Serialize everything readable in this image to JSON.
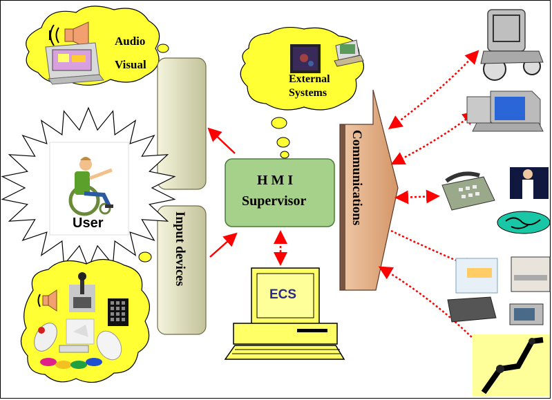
{
  "labels": {
    "audio": "Audio",
    "visual": "Visual",
    "external_line1": "External",
    "external_line2": "Systems",
    "user": "User",
    "hmi_line1": "H M I",
    "hmi_line2": "Supervisor",
    "communications": "Communications",
    "input_devices": "Input devices",
    "ecs": "ECS"
  },
  "colors": {
    "cloud": "#ffff33",
    "box_gradient_light": "#f2f2d6",
    "box_gradient_dark": "#c2c29a",
    "hmi_green": "#a6d18a",
    "comms_fill": "#d9a37a",
    "computer_yellow": "#ffff66",
    "arrow_red": "#ff0000"
  }
}
